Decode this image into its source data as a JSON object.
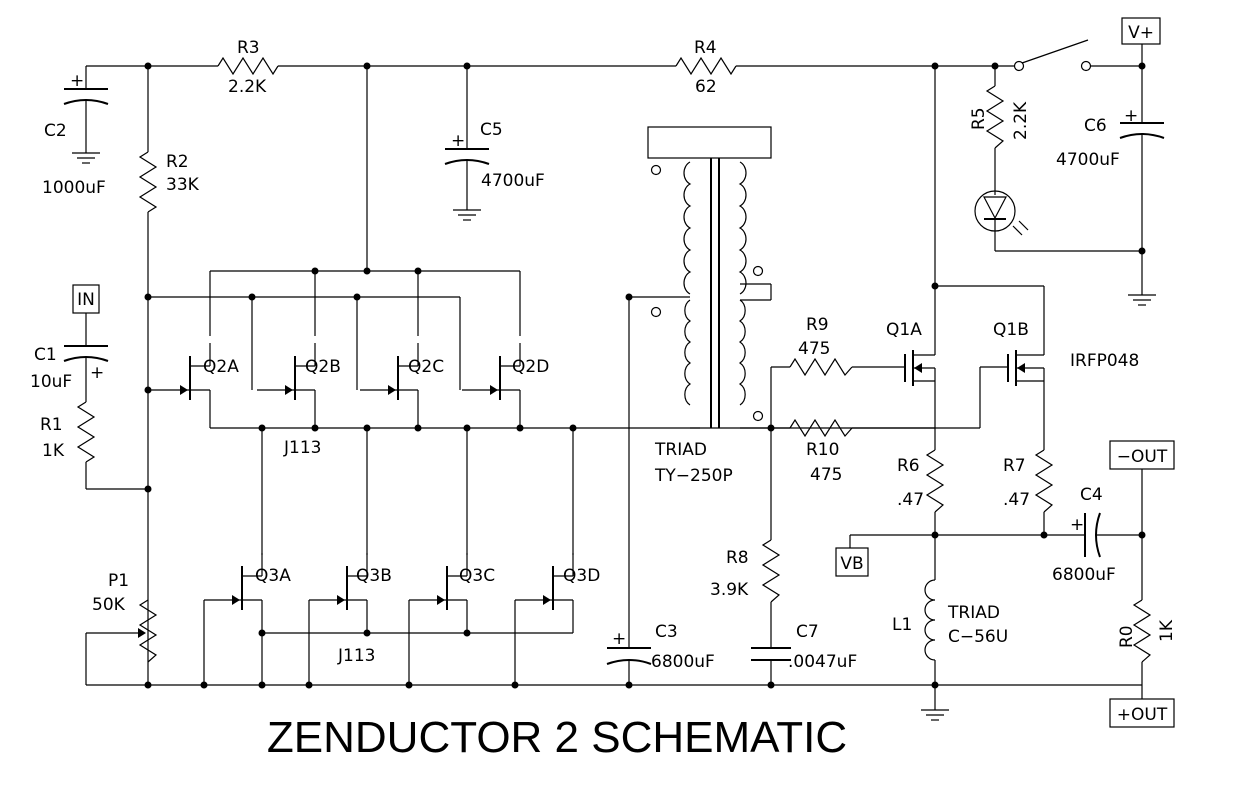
{
  "title": "ZENDUCTOR 2 SCHEMATIC",
  "ports": {
    "in": "IN",
    "vplus": "V+",
    "minus_out": "−OUT",
    "plus_out": "+OUT",
    "vb": "VB"
  },
  "components": {
    "c2": {
      "ref": "C2",
      "value": "1000uF"
    },
    "r2": {
      "ref": "R2",
      "value": "33K"
    },
    "r3": {
      "ref": "R3",
      "value": "2.2K"
    },
    "c5": {
      "ref": "C5",
      "value": "4700uF"
    },
    "r4": {
      "ref": "R4",
      "value": "62"
    },
    "r5": {
      "ref": "R5",
      "value": "2.2K"
    },
    "c6": {
      "ref": "C6",
      "value": "4700uF"
    },
    "c1": {
      "ref": "C1",
      "value": "10uF"
    },
    "r1": {
      "ref": "R1",
      "value": "1K"
    },
    "p1": {
      "ref": "P1",
      "value": "50K"
    },
    "q2a": "Q2A",
    "q2b": "Q2B",
    "q2c": "Q2C",
    "q2d": "Q2D",
    "q3a": "Q3A",
    "q3b": "Q3B",
    "q3c": "Q3C",
    "q3d": "Q3D",
    "jfet_part_top": "J113",
    "jfet_part_bottom": "J113",
    "transformer": {
      "line1": "TRIAD",
      "line2": "TY−250P"
    },
    "r9": {
      "ref": "R9",
      "value": "475"
    },
    "r10": {
      "ref": "R10",
      "value": "475"
    },
    "q1a": "Q1A",
    "q1b": "Q1B",
    "mosfet_part": "IRFP048",
    "r6": {
      "ref": "R6",
      "value": ".47"
    },
    "r7": {
      "ref": "R7",
      "value": ".47"
    },
    "c4": {
      "ref": "C4",
      "value": "6800uF"
    },
    "r8": {
      "ref": "R8",
      "value": "3.9K"
    },
    "c3": {
      "ref": "C3",
      "value": "6800uF"
    },
    "c7": {
      "ref": "C7",
      "value": ".0047uF"
    },
    "l1": {
      "ref": "L1",
      "line1": "TRIAD",
      "line2": "C−56U"
    },
    "r0": {
      "ref": "R0",
      "value": "1K"
    }
  }
}
